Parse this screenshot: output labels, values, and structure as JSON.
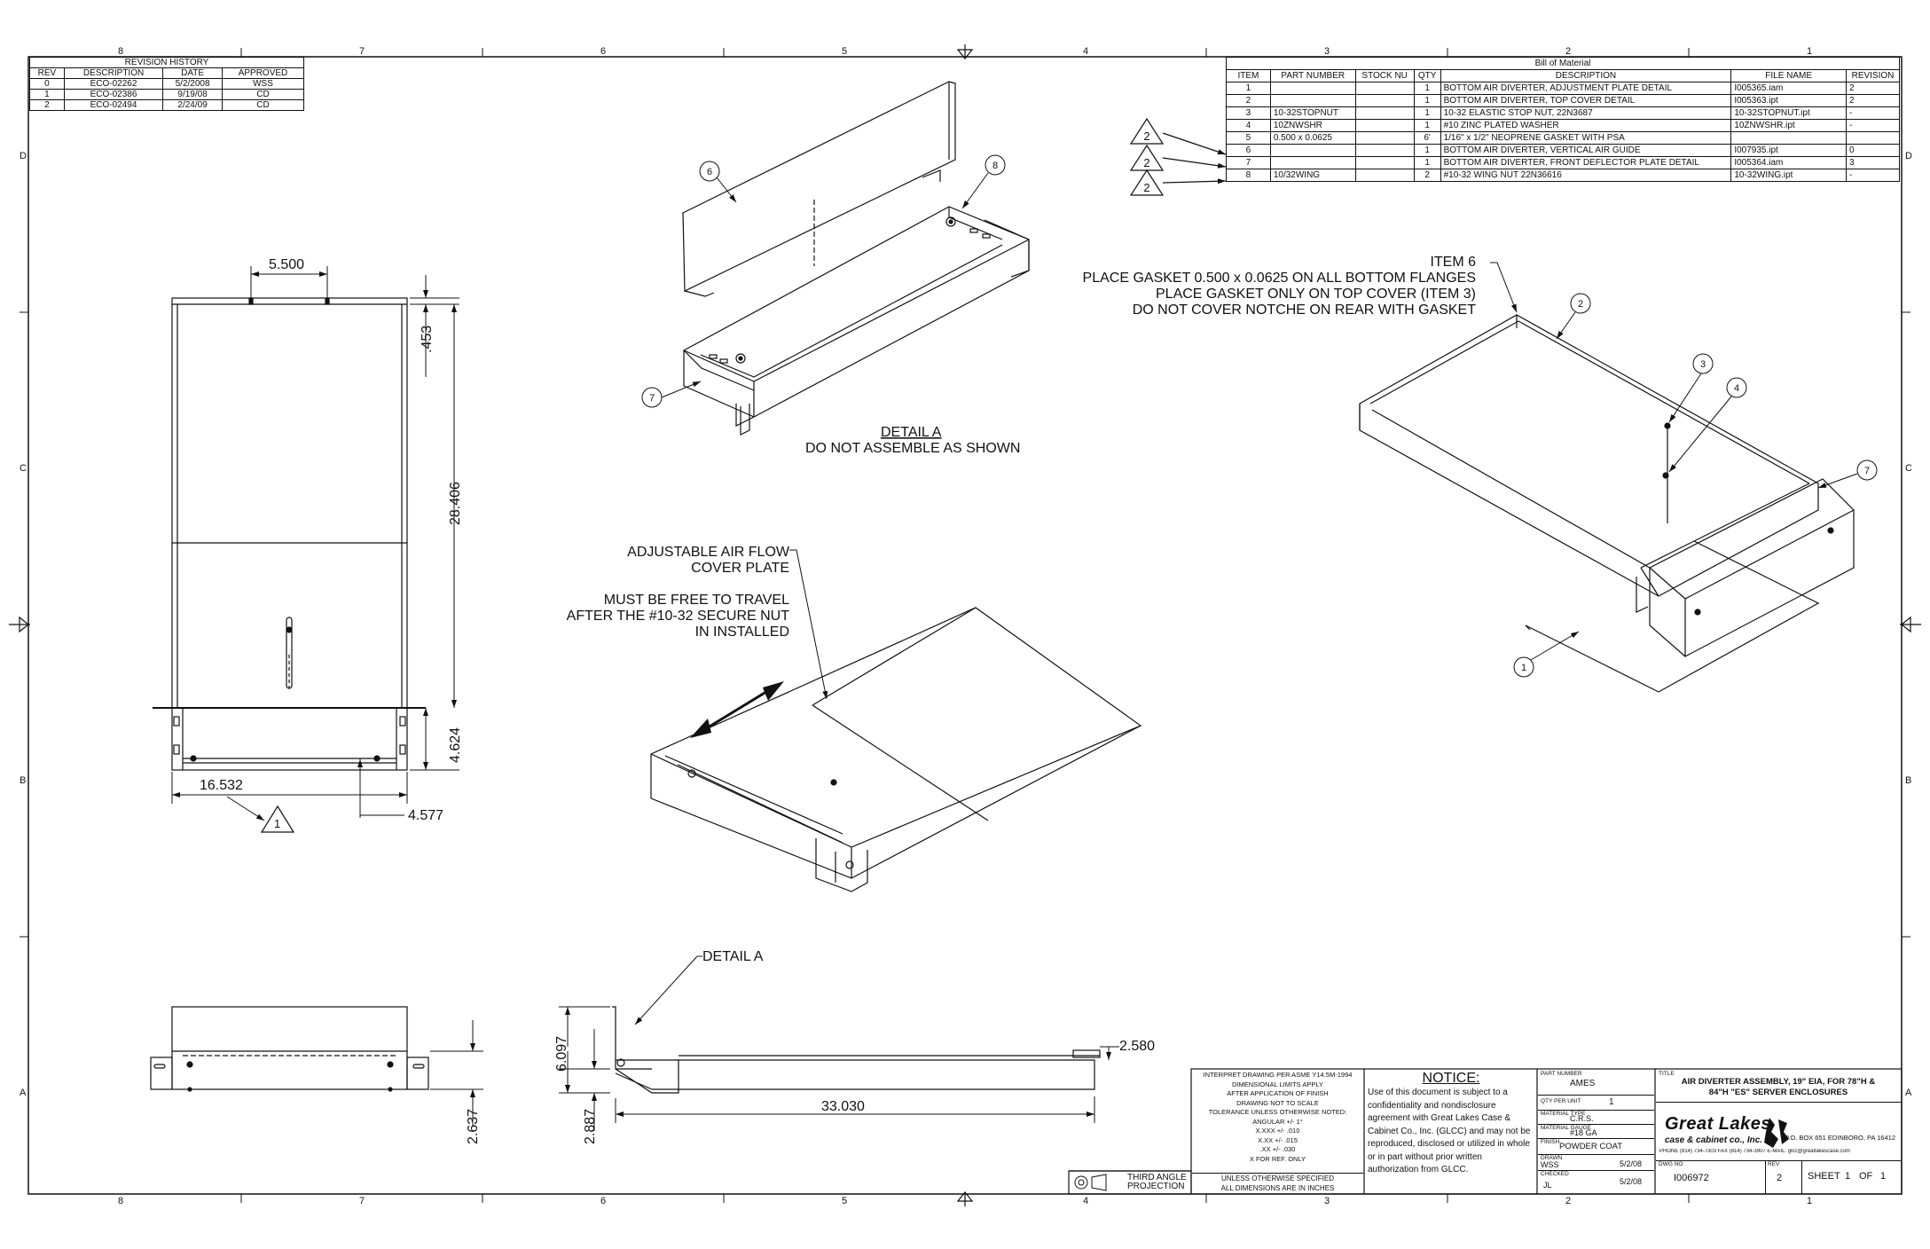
{
  "zones": {
    "columns": [
      "8",
      "7",
      "6",
      "5",
      "4",
      "3",
      "2",
      "1"
    ],
    "rows": [
      "D",
      "C",
      "B",
      "A"
    ]
  },
  "revision_history": {
    "title": "REVISION HISTORY",
    "headers": [
      "REV",
      "DESCRIPTION",
      "DATE",
      "APPROVED"
    ],
    "rows": [
      [
        "0",
        "ECO-02262",
        "5/2/2008",
        "WSS"
      ],
      [
        "1",
        "ECO-02386",
        "9/19/08",
        "CD"
      ],
      [
        "2",
        "ECO-02494",
        "2/24/09",
        "CD"
      ]
    ]
  },
  "bom": {
    "title": "Bill of Material",
    "headers": [
      "ITEM",
      "PART NUMBER",
      "STOCK NU",
      "QTY",
      "DESCRIPTION",
      "FILE NAME",
      "REVISION"
    ],
    "rows": [
      [
        "1",
        "",
        "",
        "1",
        "BOTTOM AIR DIVERTER, ADJUSTMENT PLATE DETAIL",
        "I005365.iam",
        "2"
      ],
      [
        "2",
        "",
        "",
        "1",
        "BOTTOM AIR DIVERTER, TOP COVER DETAIL",
        "I005363.ipt",
        "2"
      ],
      [
        "3",
        "10-32STOPNUT",
        "",
        "1",
        "10-32 ELASTIC STOP NUT, 22N3687",
        "10-32STOPNUT.ipt",
        "-"
      ],
      [
        "4",
        "10ZNWSHR",
        "",
        "1",
        "#10 ZINC PLATED WASHER",
        "10ZNWSHR.ipt",
        "-"
      ],
      [
        "5",
        "0.500 x 0.0625",
        "",
        "6'",
        "1/16\" x 1/2\" NEOPRENE GASKET WITH PSA",
        "",
        ""
      ],
      [
        "6",
        "",
        "",
        "1",
        "BOTTOM AIR DIVERTER, VERTICAL AIR GUIDE",
        "I007935.ipt",
        "0"
      ],
      [
        "7",
        "",
        "",
        "1",
        "BOTTOM AIR DIVERTER, FRONT DEFLECTOR PLATE DETAIL",
        "I005364.iam",
        "3"
      ],
      [
        "8",
        "10/32WING",
        "",
        "2",
        "#10-32 WING NUT 22N36616",
        "10-32WING.ipt",
        "-"
      ]
    ]
  },
  "revision_flag": "2",
  "dimensions": {
    "top_view": [
      "5.500",
      ".453",
      "28.406",
      "4.624",
      "16.532",
      "4.577"
    ],
    "front_view": [
      "2.637"
    ],
    "side_view": [
      "6.097",
      "2.887",
      "33.030",
      "2.580"
    ]
  },
  "balloons": [
    "1",
    "2",
    "3",
    "4",
    "6",
    "7",
    "8"
  ],
  "notes": {
    "detail_a_title": "DETAIL  A",
    "detail_a_sub": "DO NOT ASSEMBLE AS SHOWN",
    "gasket_lines": [
      "ITEM 6",
      "PLACE GASKET 0.500 x 0.0625 ON ALL BOTTOM FLANGES",
      "PLACE GASKET ONLY ON TOP COVER (ITEM 3)",
      "DO NOT COVER NOTCHE ON REAR WITH GASKET"
    ],
    "airflow_lines": [
      "ADJUSTABLE AIR FLOW",
      "COVER PLATE",
      "",
      "MUST BE FREE TO TRAVEL",
      "AFTER THE #10-32 SECURE NUT",
      "IN INSTALLED"
    ],
    "detail_a_callout": "DETAIL A"
  },
  "title_block": {
    "tolerance_lines": [
      "INTERPRET DRAWING PER ASME Y14.5M-1994",
      "DIMENSIONAL LIMITS APPLY",
      "AFTER APPLICATION OF FINISH",
      "DRAWING NOT TO SCALE",
      "TOLERANCE UNLESS OTHERWISE NOTED:",
      "ANGULAR +/- 1°",
      "X.XXX +/- .010",
      "X.XX +/- .015",
      ".XX +/- .030",
      "X FOR REF. ONLY"
    ],
    "units_lines": [
      "UNLESS OTHERWISE SPECIFIED",
      "ALL DIMENSIONS ARE IN INCHES"
    ],
    "projection": "THIRD ANGLE PROJECTION",
    "notice_title": "NOTICE:",
    "notice_text": "Use of this document is subject to a confidentiality and nondisclosure agreement with Great Lakes Case & Cabinet Co., Inc. (GLCC) and may not be reproduced, disclosed or utilized in whole or in part without prior written authorization from GLCC.",
    "part_number_label": "PART NUMBER",
    "part_number": "AMES",
    "qty_label": "QTY PER UNIT",
    "qty": "1",
    "material_type_label": "MATERIAL TYPE",
    "material_type": "C.R.S.",
    "material_gauge_label": "MATERIAL GAUGE",
    "material_gauge": "#18 GA",
    "finish_label": "FINISH",
    "finish": "POWDER COAT",
    "drawn_label": "DRAWN",
    "drawn_by": "WSS",
    "drawn_date": "5/2/08",
    "checked_label": "CHECKED",
    "checked_by": "JL",
    "checked_date": "5/2/08",
    "title_label": "TITLE",
    "title_line1": "AIR DIVERTER ASSEMBLY, 19\" EIA, FOR 78\"H &",
    "title_line2": "84\"H \"ES\" SERVER ENCLOSURES",
    "company_name": "Great Lakes",
    "company_sub": "case & cabinet co., Inc.",
    "company_address": "P.O. BOX 651 EDINBORO, PA 16412",
    "company_contact": "PHONE (814) 734-7303 FAX (814) 734-3907 E-MAIL: glcc@greatlakescase.com",
    "dwg_no_label": "DWG NO",
    "dwg_no": "I006972",
    "rev_label": "REV",
    "rev": "2",
    "sheet_label": "SHEET",
    "sheet": "1",
    "of_label": "OF",
    "sheet_total": "1"
  }
}
